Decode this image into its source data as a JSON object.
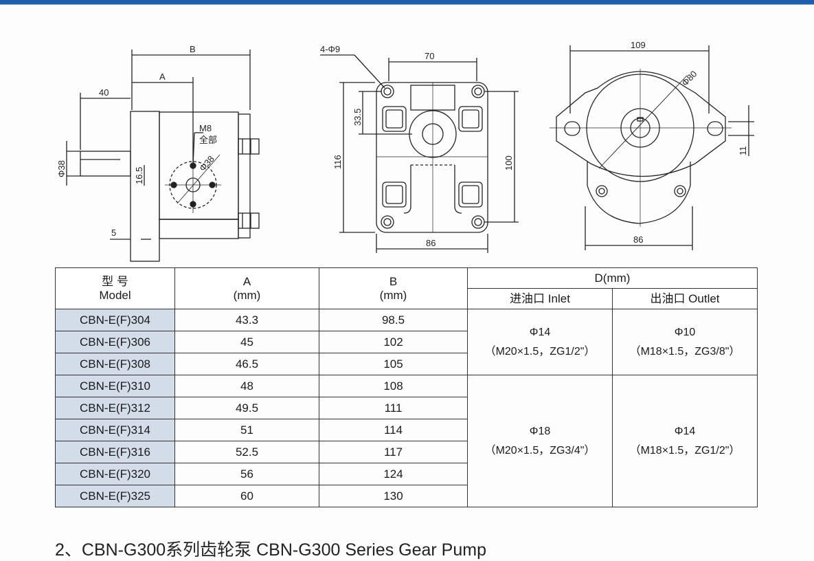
{
  "drawing": {
    "side_view": {
      "dim_B": "B",
      "dim_A": "A",
      "dim_40": "40",
      "dim_phi38": "Φ38",
      "dim_16_5": "16.5",
      "dim_5": "5",
      "thread_label": "M8",
      "thread_note": "全部",
      "bolt_circle": "Φ38"
    },
    "front_view": {
      "holes": "4-Φ9",
      "dim_70": "70",
      "dim_33_5": "33.5",
      "dim_116": "116",
      "dim_100": "100",
      "dim_86": "86"
    },
    "flange_view": {
      "dim_109": "109",
      "dim_phi80": "Φ80",
      "dim_11": "11",
      "dim_86": "86"
    }
  },
  "table": {
    "headers": {
      "model_cn": "型 号",
      "model_en": "Model",
      "a_label": "A",
      "a_unit": "(mm)",
      "b_label": "B",
      "b_unit": "(mm)",
      "d_label": "D(mm)",
      "inlet": "进油口 Inlet",
      "outlet": "出油口 Outlet"
    },
    "rows": [
      {
        "model": "CBN-E(F)304",
        "a": "43.3",
        "b": "98.5"
      },
      {
        "model": "CBN-E(F)306",
        "a": "45",
        "b": "102"
      },
      {
        "model": "CBN-E(F)308",
        "a": "46.5",
        "b": "105"
      },
      {
        "model": "CBN-E(F)310",
        "a": "48",
        "b": "108"
      },
      {
        "model": "CBN-E(F)312",
        "a": "49.5",
        "b": "111"
      },
      {
        "model": "CBN-E(F)314",
        "a": "51",
        "b": "114"
      },
      {
        "model": "CBN-E(F)316",
        "a": "52.5",
        "b": "117"
      },
      {
        "model": "CBN-E(F)320",
        "a": "56",
        "b": "124"
      },
      {
        "model": "CBN-E(F)325",
        "a": "60",
        "b": "130"
      }
    ],
    "group1": {
      "inlet_size": "Φ14",
      "inlet_thread": "（M20×1.5，ZG1/2\"）",
      "outlet_size": "Φ10",
      "outlet_thread": "（M18×1.5，ZG3/8\"）"
    },
    "group2": {
      "inlet_size": "Φ18",
      "inlet_thread": "（M20×1.5，ZG3/4\"）",
      "outlet_size": "Φ14",
      "outlet_thread": "（M18×1.5，ZG1/2\"）"
    }
  },
  "section_title": "2、CBN-G300系列齿轮泵 CBN-G300 Series Gear Pump",
  "colors": {
    "top_bar": "#1d5fa8",
    "model_cell": "#d3dde9"
  }
}
